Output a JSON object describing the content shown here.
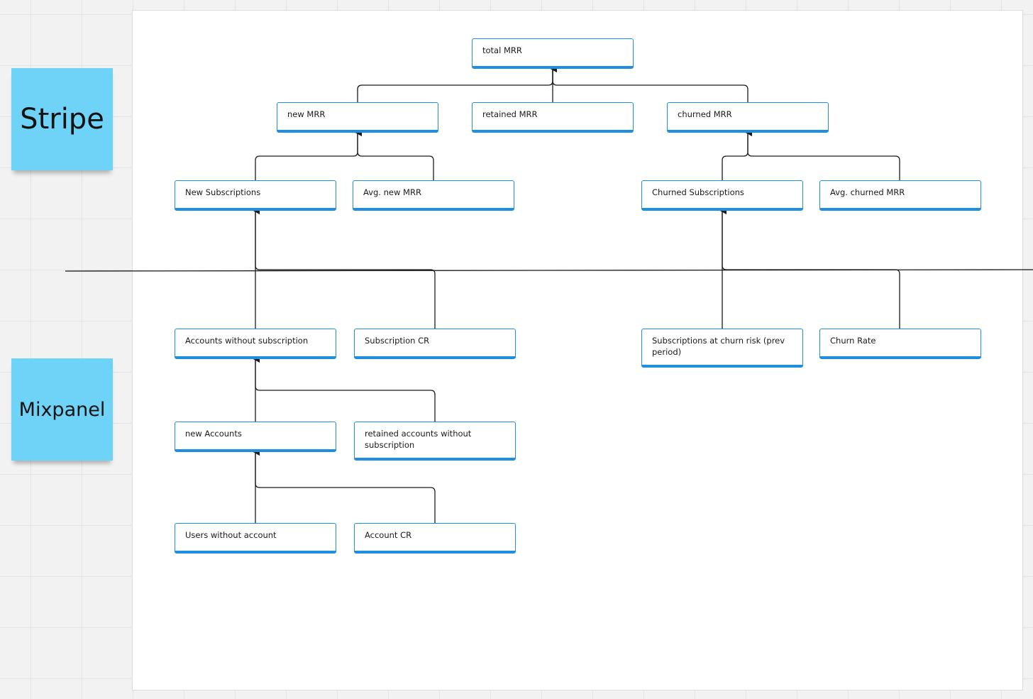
{
  "stickies": {
    "stripe": "Stripe",
    "mixpanel": "Mixpanel"
  },
  "nodes": {
    "total_mrr": "total MRR",
    "new_mrr": "new MRR",
    "retained_mrr": "retained MRR",
    "churned_mrr": "churned MRR",
    "new_subscriptions": "New Subscriptions",
    "avg_new_mrr": "Avg. new MRR",
    "churned_subscriptions": "Churned Subscriptions",
    "avg_churned_mrr": "Avg. churned MRR",
    "accounts_without_subscription": "Accounts without subscription",
    "subscription_cr": "Subscription CR",
    "subscriptions_at_churn_risk": "Subscriptions at churn risk (prev period)",
    "churn_rate": "Churn Rate",
    "new_accounts": "new Accounts",
    "retained_accounts_without_subscription": "retained accounts without subscription",
    "users_without_account": "Users without account",
    "account_cr": "Account CR"
  },
  "colors": {
    "sticky": "#6ed3f7",
    "node_border": "#1f8ee0",
    "connector": "#1a1a1a"
  }
}
